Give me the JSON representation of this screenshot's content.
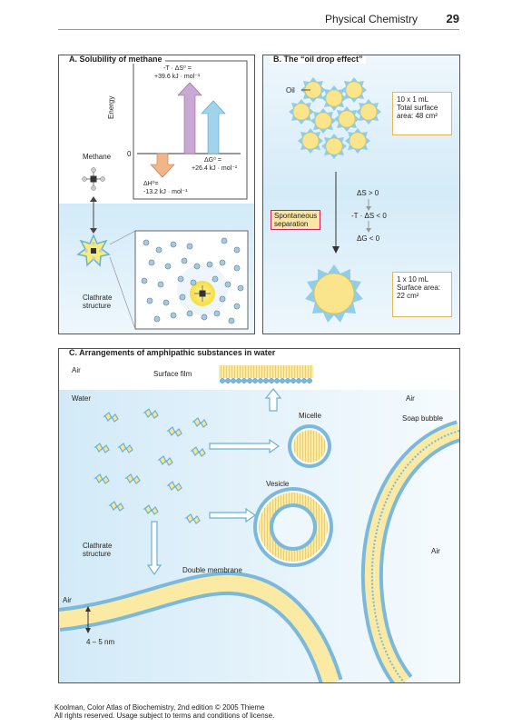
{
  "header": {
    "title": "Physical Chemistry",
    "page": "29"
  },
  "panelA": {
    "title": "A. Solubility of methane",
    "energy_axis": "Energy",
    "zero": "0",
    "methane": "Methane",
    "ts_label": "-T · ΔS⁰ =",
    "ts_value": "+39.6 kJ · mol⁻¹",
    "dg_label": "ΔG⁰ =",
    "dg_value": "+26.4 kJ · mol⁻¹",
    "dh_label": "ΔH⁰=",
    "dh_value": "-13.2 kJ · mol⁻¹",
    "clathrate": [
      "Clathrate",
      "structure"
    ]
  },
  "panelB": {
    "title": "B. The “oil drop effect”",
    "oil": "Oil",
    "top_box": [
      "10 x 1 mL",
      "Total surface",
      "area: 48 cm²"
    ],
    "ds": "ΔS > 0",
    "tds": "-T · ΔS < 0",
    "dg": "ΔG < 0",
    "spontaneous": [
      "Spontaneous",
      "separation"
    ],
    "bottom_box": [
      "1 x 10 mL",
      "Surface area:",
      "22  cm²"
    ]
  },
  "panelC": {
    "title": "C. Arrangements of amphipathic substances in water",
    "air_top": "Air",
    "surface_film": "Surface film",
    "water": "Water",
    "air_right": "Air",
    "micelle": "Micelle",
    "soap_bubble": "Soap bubble",
    "vesicle": "Vesicle",
    "clathrate": [
      "Clathrate",
      "structure"
    ],
    "air_inner": "Air",
    "double_membrane": "Double membrane",
    "air_left": "Air",
    "thickness": "4 – 5 nm"
  },
  "footer": [
    "Koolman, Color Atlas of Biochemistry, 2nd edition © 2005 Thieme",
    "All rights reserved. Usage subject to terms and conditions of license."
  ],
  "colors": {
    "water": "#d6ecf8",
    "oil": "#fbe58c",
    "head": "#7ab8dc",
    "ts_arrow": "#c9a8d4",
    "dg_arrow": "#9fd4ec",
    "dh_arrow": "#f3b488"
  }
}
